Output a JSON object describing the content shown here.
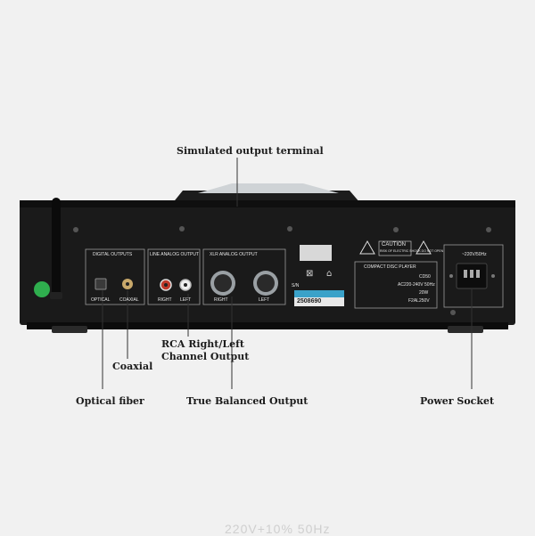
{
  "callouts": {
    "simulated_output": "Simulated output terminal",
    "rca_line1": "RCA Right/Left",
    "rca_line2": "Channel Output",
    "coaxial": "Coaxial",
    "optical": "Optical fiber",
    "balanced": "True Balanced Output",
    "power": "Power Socket"
  },
  "panel": {
    "digital_outputs": "DIGITAL OUTPUTS",
    "line_analog": "LINE ANALOG OUTPUT",
    "xlr_analog": "XLR ANALOG OUTPUT",
    "optical": "OPTICAL",
    "coaxial": "COAXIAL",
    "right": "RIGHT",
    "left": "LEFT",
    "xlr_right": "RIGHT",
    "xlr_left": "LEFT",
    "caution": "CAUTION",
    "caution_sub": "RISK OF ELECTRIC SHOCK DO NOT OPEN",
    "compact_disc": "COMPACT DISC PLAYER",
    "model": "CD50",
    "power_rating": "AC220-240V 50Hz",
    "consumption": "20W",
    "fuse": "F2AL250V",
    "input_voltage": "~220V/50Hz",
    "serial": "2508690",
    "small_sticker": "S/N"
  },
  "watermark": "220V+10% 50Hz",
  "colors": {
    "chassis": "#161616",
    "background": "#f1f1f1",
    "accent_green": "#2fae4e",
    "serial_strip": "#3aa2c9"
  }
}
